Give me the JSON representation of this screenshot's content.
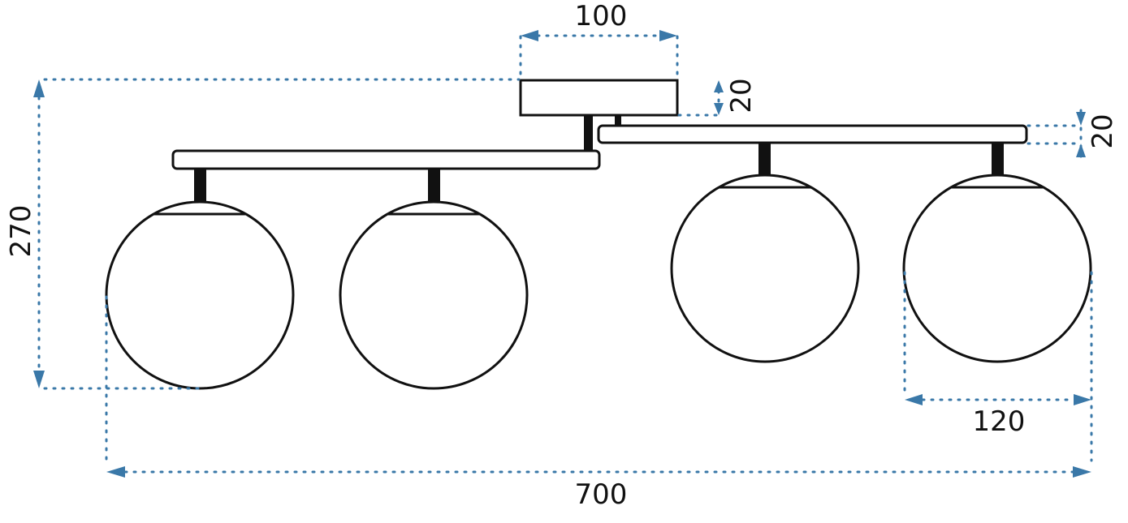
{
  "dimensions": {
    "canopy_width": "100",
    "canopy_height": "20",
    "bar_height": "20",
    "total_height": "270",
    "globe_diameter": "120",
    "total_width": "700"
  },
  "colors": {
    "dimension_lines": "#3a78a8",
    "outline": "#111111",
    "text": "#111111"
  },
  "parts": {
    "globe_count": 4,
    "bar_count": 2,
    "canopy_count": 1
  }
}
